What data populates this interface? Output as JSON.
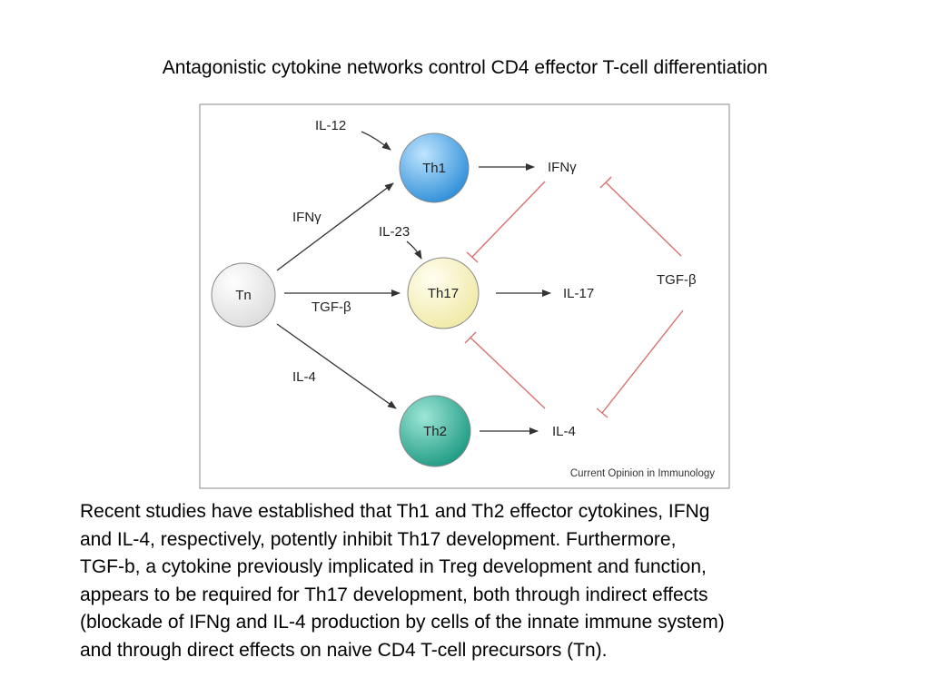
{
  "slide": {
    "title": "Antagonistic cytokine networks control CD4 effector T-cell differentiation"
  },
  "figure": {
    "nodes": {
      "tn": "Tn",
      "th1": "Th1",
      "th17": "Th17",
      "th2": "Th2"
    },
    "colors": {
      "tn": "#dcdcdc",
      "th1": "#2e8fd8",
      "th17": "#f0e9a6",
      "th2": "#1d9a83",
      "inhibition": "#d87070"
    },
    "labels": {
      "il12": "IL-12",
      "il23": "IL-23",
      "ifng_in": "IFNγ",
      "tgfb_in": "TGF-β",
      "il4_in": "IL-4",
      "ifng_out": "IFNγ",
      "il17_out": "IL-17",
      "il4_out": "IL-4",
      "tgfb_center": "TGF-β"
    },
    "credit": "Current Opinion in Immunology"
  },
  "caption": {
    "lines": [
      "Recent studies have established that Th1 and Th2 effector cytokines, IFNg",
      "and IL-4, respectively, potently inhibit Th17 development. Furthermore,",
      "TGF-b, a cytokine previously implicated in Treg development and function,",
      "appears to be required for Th17 development, both through indirect effects",
      "(blockade of IFNg and IL-4 production by cells of the innate immune system)",
      "and through direct effects on naive CD4 T-cell precursors (Tn)."
    ]
  }
}
